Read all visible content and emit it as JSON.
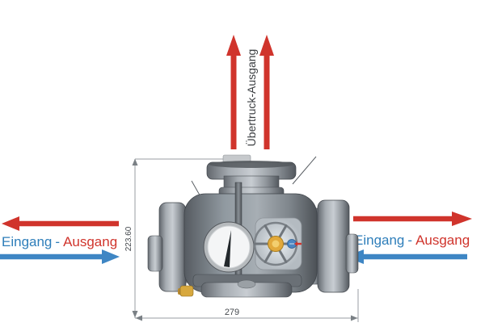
{
  "colors": {
    "arrow_red": "#d0342c",
    "arrow_blue": "#3e86c4",
    "label_blue": "#2e7eba",
    "label_red": "#d0342c",
    "dimension_line": "#999ea3",
    "dimension_text": "#45494e",
    "hub_yellow": "#e2a93b",
    "knob_blue": "#4b86c2"
  },
  "overpressure_outlet": {
    "label": "Übertruck-Ausgang"
  },
  "left_port": {
    "inlet": "Eingang",
    "separator": "-",
    "outlet": "Ausgang"
  },
  "right_port": {
    "inlet": "Eingang",
    "separator": "-",
    "outlet": "Ausgang"
  },
  "drawing": {
    "height_dimension": "223.60",
    "width_dimension": "279"
  }
}
